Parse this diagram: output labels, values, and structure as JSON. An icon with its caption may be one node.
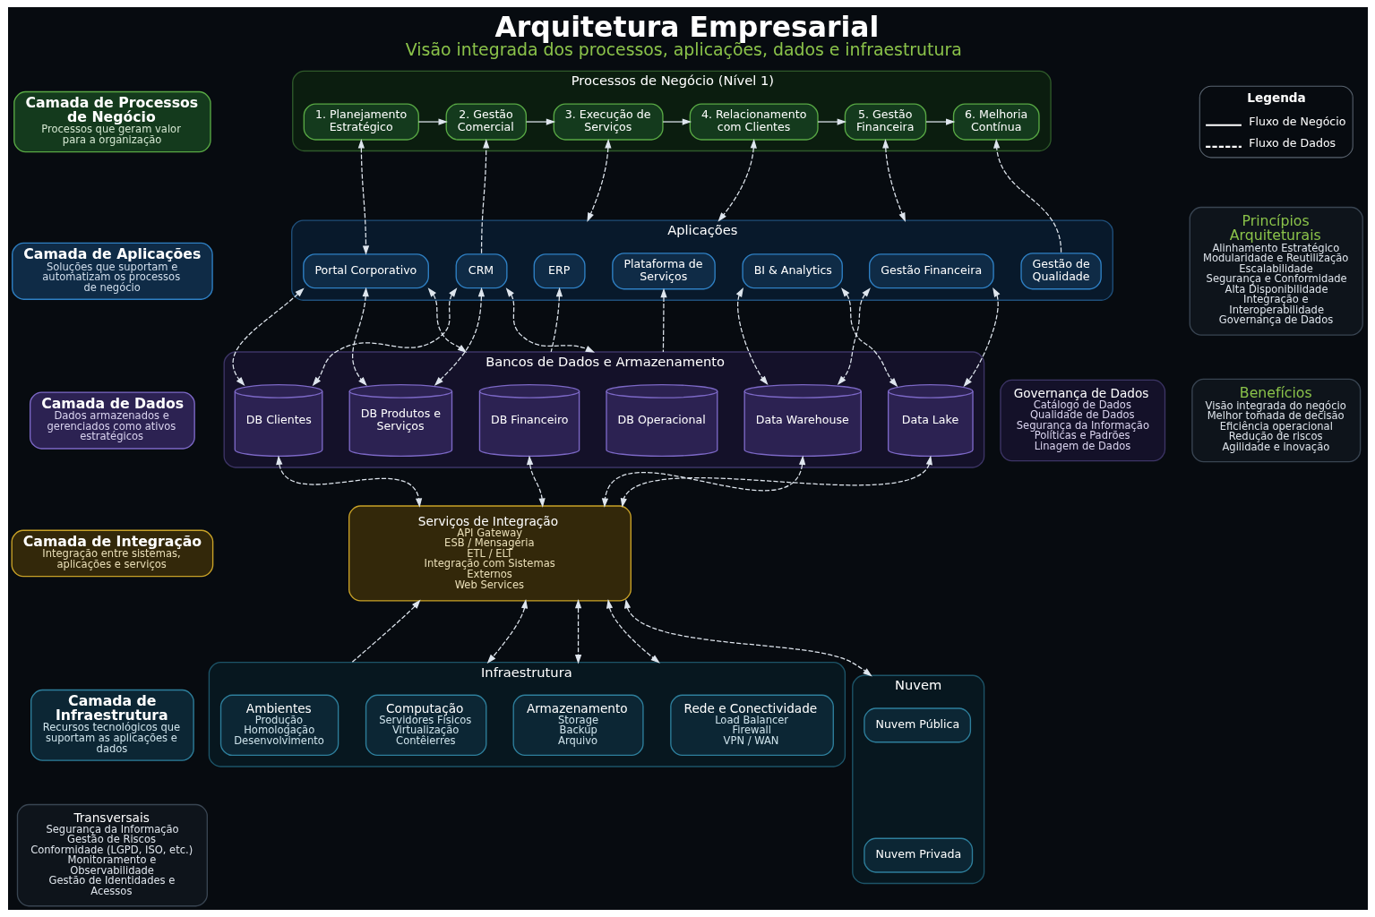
{
  "diagram": {
    "title": "Arquitetura Empresarial",
    "caption": "Visão integrada dos processos, aplicações, dados e infraestrutura",
    "nodes": [
      {
        "text": [
          "Camada de Processos de Negócio",
          "Processos que geram valor para a organização"
        ]
      },
      {
        "text": [
          "Processos de Negócio (Nível 1)"
        ]
      },
      {
        "text": [
          "1. Planejamento Estratégico"
        ],
        "in": 1
      },
      {
        "text": [
          "2. Gestão Comercial"
        ],
        "in": 1
      },
      {
        "text": [
          "3. Execução de Serviços"
        ],
        "in": 1
      },
      {
        "text": [
          "4. Relacionamento com Clientes"
        ],
        "in": 1
      },
      {
        "text": [
          "5. Gestão Financeira"
        ],
        "in": 1
      },
      {
        "text": [
          "6. Melhoria Contínua"
        ],
        "in": 1
      },
      {
        "text": [
          "Camada de Aplicações",
          "Soluções que suportam e automatizam os processos de negócio"
        ]
      },
      {
        "text": [
          "Aplicações"
        ]
      },
      {
        "text": [
          "Portal Corporativo"
        ],
        "in": 9
      },
      {
        "text": [
          "CRM"
        ],
        "in": 9
      },
      {
        "text": [
          "ERP"
        ],
        "in": 9
      },
      {
        "text": [
          "Plataforma de Serviços"
        ],
        "in": 9
      },
      {
        "text": [
          "BI & Analytics"
        ],
        "in": 9
      },
      {
        "text": [
          "Gestão Financeira"
        ],
        "in": 9
      },
      {
        "text": [
          "Gestão de Qualidade"
        ],
        "in": 9
      },
      {
        "text": [
          "Camada de Dados",
          "Dados armazenados e gerenciados como ativos estratégicos"
        ]
      },
      {
        "text": [
          "Bancos de Dados e Armazenamento"
        ]
      },
      {
        "text": [
          "DB Clientes"
        ],
        "in": 18
      },
      {
        "text": [
          "DB Produtos e Serviços"
        ],
        "in": 18
      },
      {
        "text": [
          "DB Financeiro"
        ],
        "in": 18
      },
      {
        "text": [
          "DB Operacional"
        ],
        "in": 18
      },
      {
        "text": [
          "Data Warehouse"
        ],
        "in": 18
      },
      {
        "text": [
          "Data Lake"
        ],
        "in": 18
      },
      {
        "text": [
          "Governança de Dados",
          "Catálogo de Dados",
          "Qualidade de Dados",
          "Segurança da Informação",
          "Políticas e Padrões",
          "Linagem de Dados"
        ]
      },
      {
        "text": [
          "Camada de Integração",
          "Integração entre sistemas, aplicações e serviços"
        ]
      },
      {
        "text": [
          "Serviços de Integração",
          "API Gateway",
          "ESB / Mensageria",
          "ETL / ELT",
          "Integração com Sistemas Externos",
          "Web Services"
        ]
      },
      {
        "text": [
          "Camada de Infraestrutura",
          "Recursos tecnológicos que suportam as aplicações e dados"
        ]
      },
      {
        "text": [
          "Infraestrutura"
        ]
      },
      {
        "text": [
          "Ambientes",
          "Produção",
          "Homologação",
          "Desenvolvimento"
        ],
        "in": 29
      },
      {
        "text": [
          "Computação",
          "Servidores Físicos",
          "Virtualização",
          "Contêierres"
        ],
        "in": 29
      },
      {
        "text": [
          "Armazenamento",
          "Storage",
          "Backup",
          "Arquivo"
        ],
        "in": 29
      },
      {
        "text": [
          "Rede e Conectividade",
          "Load Balancer",
          "Firewall",
          "VPN / WAN"
        ],
        "in": 29
      },
      {
        "text": [
          "Nuvem"
        ]
      },
      {
        "text": [
          "Nuvem Pública"
        ],
        "in": 34
      },
      {
        "text": [
          "Nuvem Privada"
        ],
        "in": 34
      },
      {
        "text": [
          "Princípios Arquiteturais",
          "Alinhamento Estratégico",
          "Modularidade e Reutilização",
          "Escalabilidade",
          "Segurança e Conformidade",
          "Alta Disponibilidade",
          "Integração e Interoperabilidade",
          "Governança de Dados"
        ]
      },
      {
        "text": [
          "Benefícios",
          "Visão integrada do negócio",
          "Melhor tomada de decisão",
          "Eficiência operacional",
          "Redução de riscos",
          "Agilidade e inovação"
        ]
      },
      {
        "text": [
          "Transversais",
          "Segurança da Informação",
          "Gestão de Riscos",
          "Conformidade (LGPD, ISO, etc.)",
          "Monitoramento e Observabilidade",
          "Gestão de Identidades e Acessos"
        ]
      }
    ],
    "edges": [
      {
        "from": 2,
        "to": 3,
        "arrow": "to"
      },
      {
        "from": 3,
        "to": 4,
        "arrow": "to"
      },
      {
        "from": 4,
        "to": 5,
        "arrow": "to"
      },
      {
        "from": 5,
        "to": 6,
        "arrow": "to"
      },
      {
        "from": 6,
        "to": 7,
        "arrow": "to"
      },
      {
        "from": 2,
        "to": 10,
        "arrow": "both",
        "style": "dashed"
      },
      {
        "from": 11,
        "to": 3,
        "arrow": "to",
        "style": "dashed"
      },
      {
        "from": 4,
        "to": 9,
        "arrow": "both",
        "style": "dashed"
      },
      {
        "from": 5,
        "to": 9,
        "arrow": "both",
        "style": "dashed"
      },
      {
        "from": 6,
        "to": 9,
        "arrow": "both",
        "style": "dashed"
      },
      {
        "from": 16,
        "to": 7,
        "arrow": "to",
        "style": "dashed"
      },
      {
        "from": 10,
        "to": 19,
        "arrow": "both",
        "style": "dashed"
      },
      {
        "from": 10,
        "to": 20,
        "arrow": "both",
        "style": "dashed"
      },
      {
        "from": 10,
        "to": 18,
        "arrow": "both",
        "style": "dashed"
      },
      {
        "from": 11,
        "to": 19,
        "arrow": "both",
        "style": "dashed"
      },
      {
        "from": 11,
        "to": 20,
        "arrow": "both",
        "style": "dashed"
      },
      {
        "from": 11,
        "to": 18,
        "arrow": "both",
        "style": "dashed"
      },
      {
        "from": 18,
        "to": 12,
        "arrow": "to",
        "style": "dashed"
      },
      {
        "from": 18,
        "to": 13,
        "arrow": "to",
        "style": "dashed"
      },
      {
        "from": 14,
        "to": 23,
        "arrow": "both",
        "style": "dashed"
      },
      {
        "from": 14,
        "to": 24,
        "arrow": "both",
        "style": "dashed"
      },
      {
        "from": 15,
        "to": 23,
        "arrow": "both",
        "style": "dashed"
      },
      {
        "from": 15,
        "to": 24,
        "arrow": "both",
        "style": "dashed"
      },
      {
        "from": 19,
        "to": 27,
        "arrow": "both",
        "style": "dashed"
      },
      {
        "from": 21,
        "to": 27,
        "arrow": "both",
        "style": "dashed"
      },
      {
        "from": 23,
        "to": 27,
        "arrow": "both",
        "style": "dashed"
      },
      {
        "from": 24,
        "to": 27,
        "arrow": "both",
        "style": "dashed"
      },
      {
        "from": 29,
        "to": 27,
        "arrow": "to",
        "style": "dashed"
      },
      {
        "from": 27,
        "to": 29,
        "arrow": "both",
        "style": "dashed"
      },
      {
        "from": 27,
        "to": 29,
        "arrow": "both",
        "style": "dashed"
      },
      {
        "from": 27,
        "to": 29,
        "arrow": "both",
        "style": "dashed"
      },
      {
        "from": 27,
        "to": 34,
        "arrow": "both",
        "style": "dashed"
      }
    ],
    "labels": [
      "Legenda"
    ],
    "legend": [
      {
        "text": "Fluxo de Negócio"
      },
      {
        "text": "Fluxo de Dados"
      }
    ]
  }
}
